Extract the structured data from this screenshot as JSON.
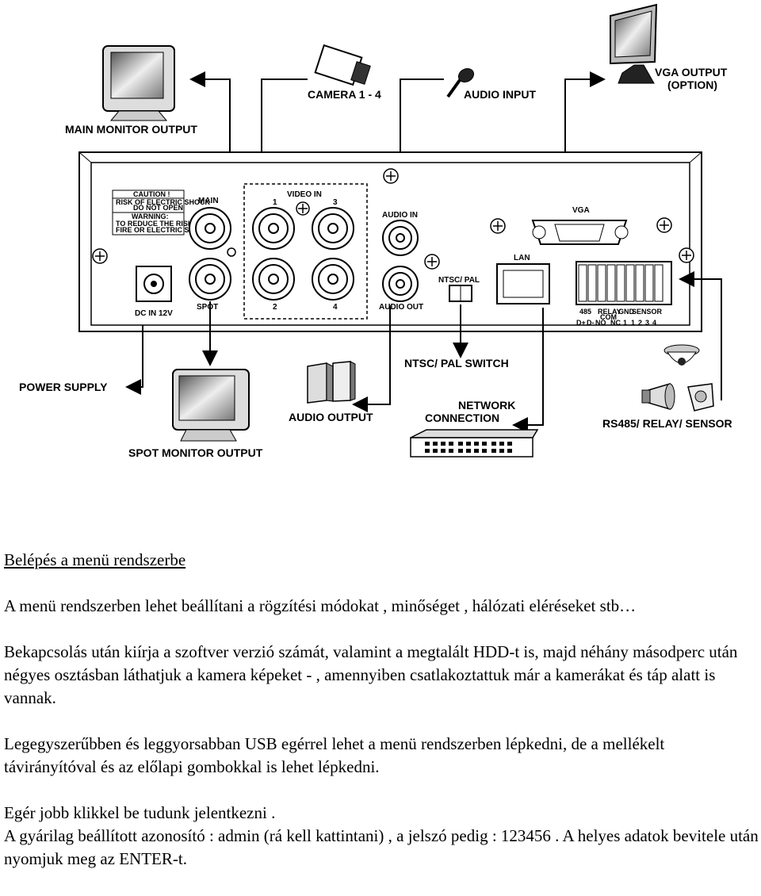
{
  "diagram": {
    "labels": {
      "main_monitor_output": "MAIN MONITOR OUTPUT",
      "camera": "CAMERA 1 - 4",
      "audio_input": "AUDIO INPUT",
      "vga_output_line1": "VGA OUTPUT",
      "vga_output_line2": "(OPTION)",
      "power_supply": "POWER SUPPLY",
      "spot_monitor_output": "SPOT MONITOR OUTPUT",
      "audio_output": "AUDIO OUTPUT",
      "ntsc_pal_switch": "NTSC/ PAL SWITCH",
      "network_connection_line1": "NETWORK",
      "network_connection_line2": "CONNECTION",
      "rs485_relay_sensor": "RS485/ RELAY/ SENSOR"
    },
    "panel": {
      "caution": "CAUTION !",
      "risk": "RISK OF ELECTRIC SHOCK",
      "do_not_open": "DO NOT OPEN",
      "warning": "WARNING:",
      "reduce_risk": "TO REDUCE THE RISK OF",
      "fire": "FIRE OR ELECTRIC SHOCK",
      "main": "MAIN",
      "video_in": "VIDEO IN",
      "num1": "1",
      "num2": "2",
      "num3": "3",
      "num4": "4",
      "audio_in": "AUDIO IN",
      "audio_out": "AUDIO OUT",
      "vga": "VGA",
      "lan": "LAN",
      "ntsc_pal": "NTSC/ PAL",
      "spot": "SPOT",
      "dc_in": "DC IN 12V",
      "t485": "485",
      "relay": "RELAY",
      "gnd": "GND",
      "sensor": "SENSOR",
      "com": "COM",
      "dplus": "D+",
      "dminus": "D-",
      "no": "NO",
      "nc": "NC",
      "s1": "1",
      "s1b": "1",
      "s2": "2",
      "s3": "3",
      "s4": "4"
    }
  },
  "text": {
    "heading": "Belépés a menü rendszerbe",
    "p1": "A menü rendszerben lehet beállítani a rögzítési módokat , minőséget , hálózati eléréseket stb…",
    "p2": "Bekapcsolás után kiírja a szoftver verzió számát, valamint a megtalált  HDD-t is, majd néhány másodperc után négyes osztásban láthatjuk a kamera képeket - , amennyiben csatlakoztattuk már a kamerákat és táp alatt is vannak.",
    "p3": "Legegyszerűbben  és leggyorsabban USB egérrel lehet a menü rendszerben lépkedni, de a mellékelt távirányítóval és az előlapi gombokkal is lehet lépkedni.",
    "p4a": "Egér jobb klikkel be tudunk jelentkezni .",
    "p4b": "A gyárilag beállított azonosító :  admin (rá kell kattintani) , a jelszó pedig : 123456 . A helyes adatok bevitele után nyomjuk meg az ENTER-t."
  }
}
